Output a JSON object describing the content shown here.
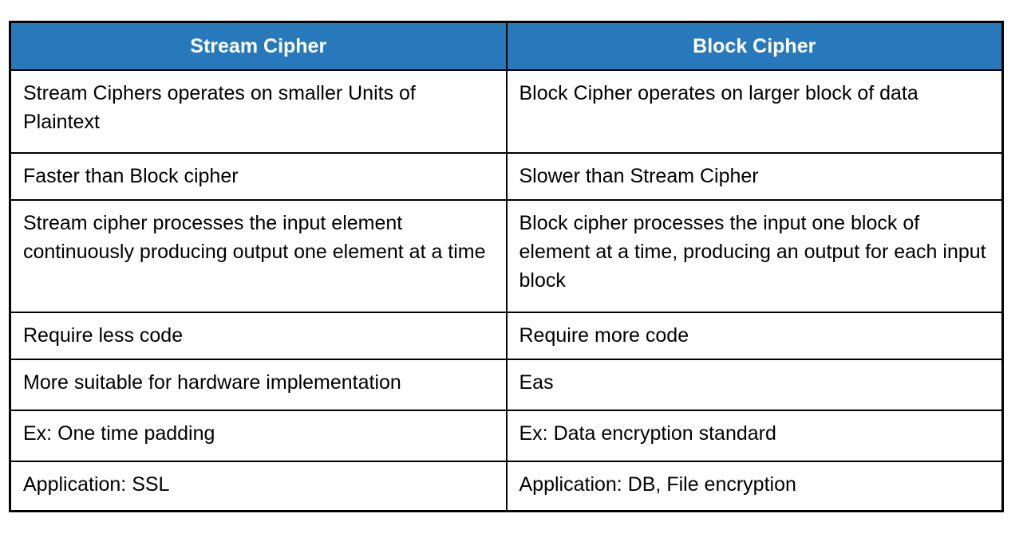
{
  "table": {
    "headers": [
      {
        "label": "Stream Cipher"
      },
      {
        "label": "Block Cipher"
      }
    ],
    "rows": [
      [
        "Stream Ciphers operates on smaller Units of Plaintext",
        "Block Cipher operates on larger block of data"
      ],
      [
        "Faster than Block cipher",
        "Slower than Stream Cipher"
      ],
      [
        "Stream cipher processes the input element continuously producing output one element at a time",
        "Block cipher processes the input one block of element at a time, producing an output for each input block"
      ],
      [
        "Require less code",
        "Require more code"
      ],
      [
        "More suitable for hardware implementation",
        "Eas"
      ],
      [
        "Ex: One time padding",
        "Ex: Data encryption standard"
      ],
      [
        "Application: SSL",
        "Application: DB, File encryption"
      ]
    ],
    "colors": {
      "header_bg": "#2879BB",
      "header_text": "#FFFFFF",
      "border": "#000000",
      "cell_text": "#000000",
      "page_bg": "#FFFFFF"
    }
  }
}
